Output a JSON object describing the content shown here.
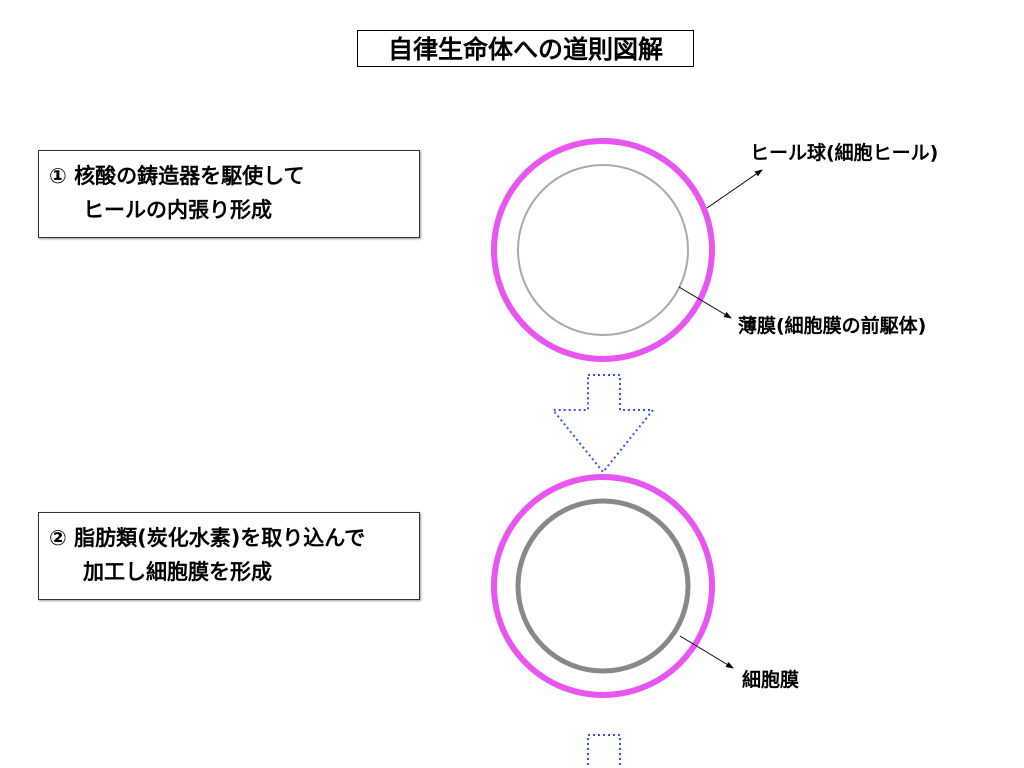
{
  "title": "自律生命体への道則図解",
  "steps": [
    {
      "number": "①",
      "line1": "核酸の鋳造器を駆使して",
      "line2": "ヒールの内張り形成"
    },
    {
      "number": "②",
      "line1": "脂肪類(炭化水素)を取り込んで",
      "line2": "加工し細胞膜を形成"
    }
  ],
  "labels": {
    "heal_sphere": "ヒール球(細胞ヒール)",
    "thin_membrane": "薄膜(細胞膜の前駆体)",
    "cell_membrane": "細胞膜"
  },
  "colors": {
    "outer_ring": "#e855f0",
    "thin_ring": "#aaaaaa",
    "membrane_ring": "#888888",
    "arrow": "#3355ee"
  }
}
